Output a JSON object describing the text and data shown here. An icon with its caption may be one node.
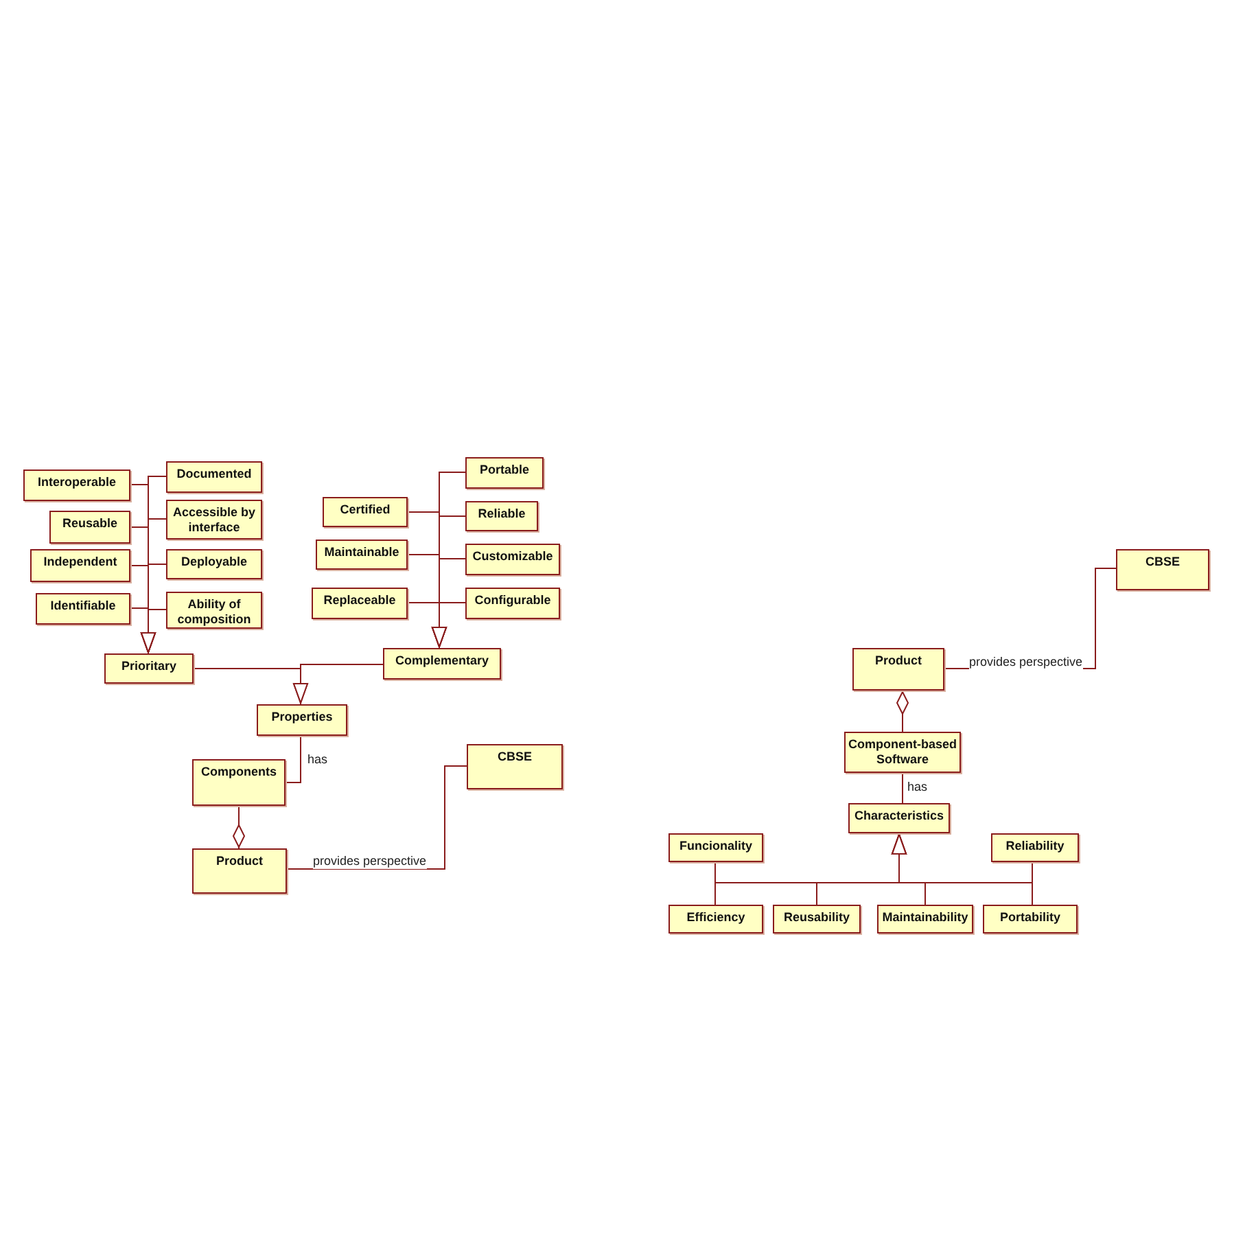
{
  "diagram": {
    "nodes": [
      {
        "text": [
          "Interoperable"
        ]
      },
      {
        "text": [
          "Documented"
        ]
      },
      {
        "text": [
          "Reusable"
        ]
      },
      {
        "text": [
          "Accessible by interface"
        ]
      },
      {
        "text": [
          "Independent"
        ]
      },
      {
        "text": [
          "Deployable"
        ]
      },
      {
        "text": [
          "Identifiable"
        ]
      },
      {
        "text": [
          "Ability of composition"
        ]
      },
      {
        "text": [
          "Prioritary"
        ]
      },
      {
        "text": [
          "Portable"
        ]
      },
      {
        "text": [
          "Certified"
        ]
      },
      {
        "text": [
          "Reliable"
        ]
      },
      {
        "text": [
          "Maintainable"
        ]
      },
      {
        "text": [
          "Customizable"
        ]
      },
      {
        "text": [
          "Replaceable"
        ]
      },
      {
        "text": [
          "Configurable"
        ]
      },
      {
        "text": [
          "Complementary"
        ]
      },
      {
        "text": [
          "Properties"
        ]
      },
      {
        "text": [
          "Components"
        ]
      },
      {
        "text": [
          "CBSE"
        ]
      },
      {
        "text": [
          "Product"
        ]
      },
      {
        "text": [
          "CBSE"
        ]
      },
      {
        "text": [
          "Product"
        ]
      },
      {
        "text": [
          "Component-based Software"
        ]
      },
      {
        "text": [
          "Characteristics"
        ]
      },
      {
        "text": [
          "Funcionality"
        ]
      },
      {
        "text": [
          "Reliability"
        ]
      },
      {
        "text": [
          "Efficiency"
        ]
      },
      {
        "text": [
          "Reusability"
        ]
      },
      {
        "text": [
          "Maintainability"
        ]
      },
      {
        "text": [
          "Portability"
        ]
      }
    ],
    "edges": [
      {
        "from": 0,
        "to": 8,
        "arrow": "to"
      },
      {
        "from": 1,
        "to": 8,
        "arrow": "to"
      },
      {
        "from": 2,
        "to": 8,
        "arrow": "to"
      },
      {
        "from": 3,
        "to": 8,
        "arrow": "to"
      },
      {
        "from": 4,
        "to": 8,
        "arrow": "to"
      },
      {
        "from": 5,
        "to": 8,
        "arrow": "to"
      },
      {
        "from": 6,
        "to": 8,
        "arrow": "to"
      },
      {
        "from": 7,
        "to": 8,
        "arrow": "to"
      },
      {
        "from": 9,
        "to": 16,
        "arrow": "to"
      },
      {
        "from": 10,
        "to": 16,
        "arrow": "to"
      },
      {
        "from": 11,
        "to": 16,
        "arrow": "to"
      },
      {
        "from": 12,
        "to": 16,
        "arrow": "to"
      },
      {
        "from": 13,
        "to": 16,
        "arrow": "to"
      },
      {
        "from": 14,
        "to": 16,
        "arrow": "to"
      },
      {
        "from": 15,
        "to": 16,
        "arrow": "to"
      },
      {
        "from": 8,
        "to": 17,
        "arrow": "to"
      },
      {
        "from": 16,
        "to": 17,
        "arrow": "to"
      },
      {
        "from": 17,
        "to": 18,
        "arrow": "none",
        "label": "has"
      },
      {
        "from": 18,
        "to": 20,
        "arrow": "other"
      },
      {
        "from": 20,
        "to": 19,
        "arrow": "none",
        "label": "provides perspective"
      },
      {
        "from": 22,
        "to": 21,
        "arrow": "none",
        "label": "provides perspective"
      },
      {
        "from": 23,
        "to": 22,
        "arrow": "other"
      },
      {
        "from": 23,
        "to": 24,
        "arrow": "none",
        "label": "has"
      },
      {
        "from": 25,
        "to": 24,
        "arrow": "to"
      },
      {
        "from": 26,
        "to": 24,
        "arrow": "to"
      },
      {
        "from": 27,
        "to": 24,
        "arrow": "to"
      },
      {
        "from": 28,
        "to": 24,
        "arrow": "to"
      },
      {
        "from": 29,
        "to": 24,
        "arrow": "to"
      },
      {
        "from": 30,
        "to": 24,
        "arrow": "to"
      }
    ]
  }
}
